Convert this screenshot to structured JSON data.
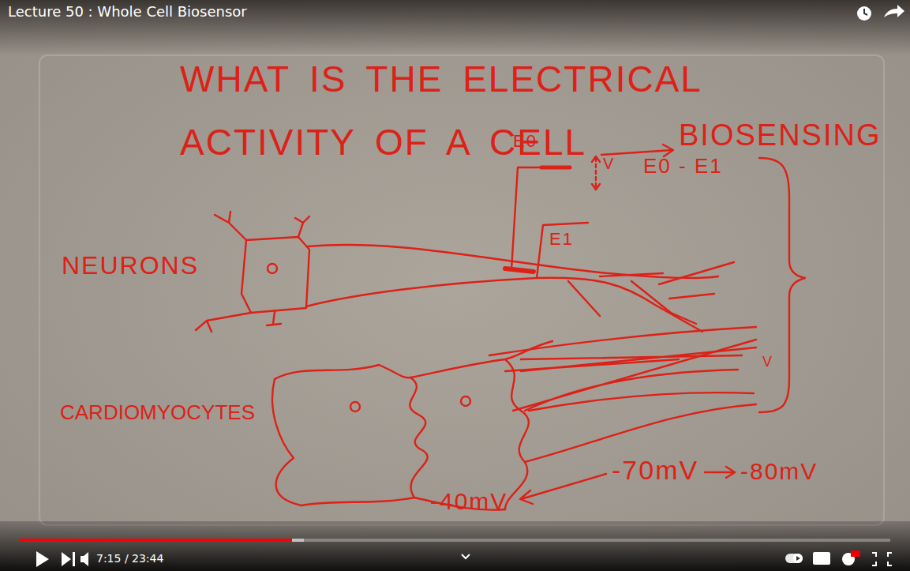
{
  "diagram": {
    "title": "WHAT IS THE ELECTRICAL ACTIVITY OF A CELL",
    "labels": [
      "Lecture 50 : Whole Cell Biosensor",
      "BIOSENSING",
      "NEURONS",
      "E0",
      "V",
      "E0 - E1",
      "E1",
      "CARDIOMYOCYTES",
      "V",
      "-70mV",
      "-80mV",
      "-40mV",
      "7:15 / 23:44"
    ]
  }
}
